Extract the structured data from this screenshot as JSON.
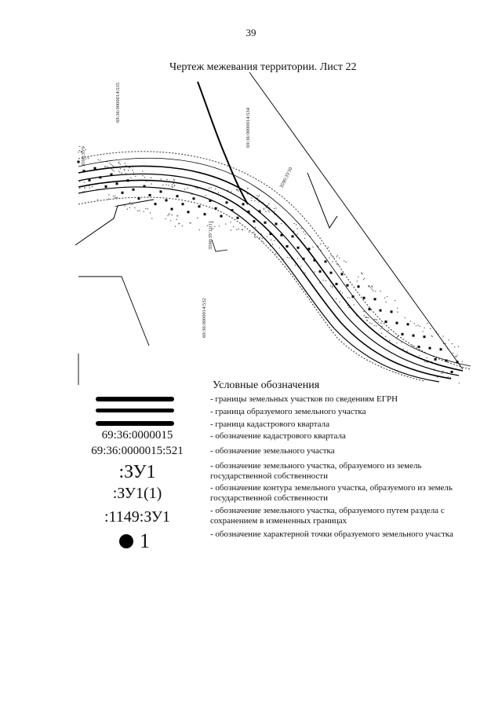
{
  "page_number": "39",
  "title": "Чертеж межевания территории. Лист 22",
  "map_labels": {
    "quarter_535": "69:36:0000014:535",
    "quarter_534": "69:36:0000014:534",
    "quarter_532": "69:36:0000014:532",
    "plot_zu9": "3590:ЗУ9",
    "plot_zu10": "3590:ЗУ10",
    "plot_zu11": "3590:ЗУ11(1)"
  },
  "legend": {
    "title": "Условные обозначения",
    "items": [
      {
        "symbol": "",
        "text": "- границы земельных участков по сведениям ЕГРН"
      },
      {
        "symbol": "",
        "text": "- граница образуемого земельного участка"
      },
      {
        "symbol": "",
        "text": "- граница кадастрового квартала"
      },
      {
        "symbol": "69:36:0000015",
        "text": "- обозначение кадастрового квартала"
      },
      {
        "symbol": "69:36:0000015:521",
        "text": "- обозначение земельного участка"
      },
      {
        "symbol": ":ЗУ1",
        "text": "- обозначение земельного участка, образуемого из земель государственной собственности"
      },
      {
        "symbol": ":ЗУ1(1)",
        "text": "- обозначение контура земельного участка, образуемого из земель государственной собственности"
      },
      {
        "symbol": ":1149:ЗУ1",
        "text": "- обозначение земельного участка, образуемого путем раздела с сохранением в измененных границах"
      },
      {
        "symbol": "1",
        "text": "- обозначение характерной точки образуемого земельного участка"
      }
    ]
  }
}
